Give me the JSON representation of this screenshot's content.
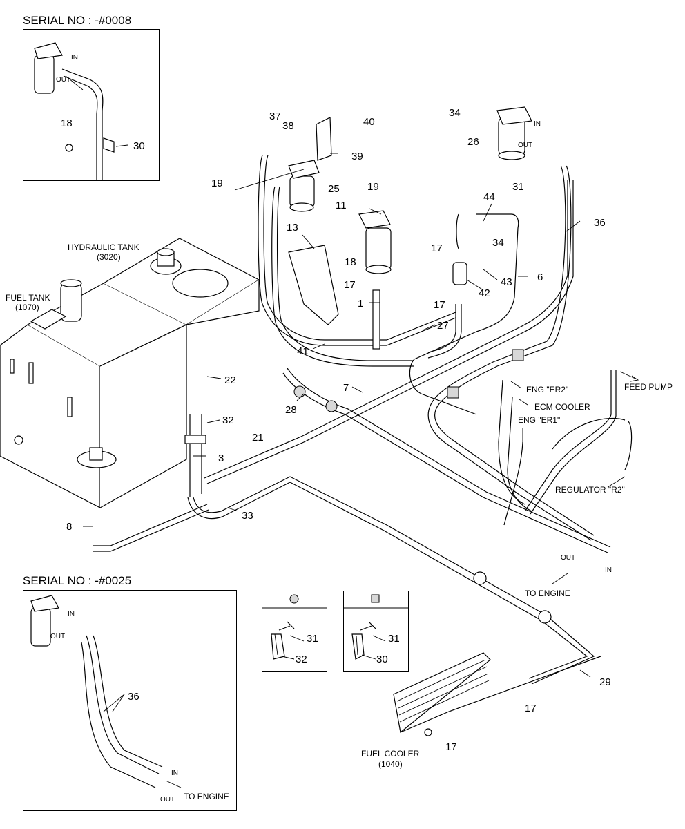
{
  "serial_top": "SERIAL NO : -#0008",
  "serial_bottom": "SERIAL NO : -#0025",
  "labels": {
    "hydraulic_tank": "HYDRAULIC TANK",
    "hydraulic_tank_ref": "(3020)",
    "fuel_tank": "FUEL TANK",
    "fuel_tank_ref": "(1070)",
    "fuel_cooler": "FUEL COOLER",
    "fuel_cooler_ref": "(1040)",
    "eng_er2": "ENG \"ER2\"",
    "ecm_cooler": "ECM COOLER",
    "eng_er1": "ENG \"ER1\"",
    "feed_pump": "FEED PUMP",
    "regulator_r2": "REGULATOR \"R2\"",
    "to_engine": "TO ENGINE",
    "in": "IN",
    "out": "OUT"
  },
  "callouts": {
    "c1": "1",
    "c3": "3",
    "c6": "6",
    "c7": "7",
    "c8": "8",
    "c11": "11",
    "c13": "13",
    "c17a": "17",
    "c17b": "17",
    "c17c": "17",
    "c17d": "17",
    "c17e": "17",
    "c18a": "18",
    "c18b": "18",
    "c19a": "19",
    "c19b": "19",
    "c21": "21",
    "c22": "22",
    "c25": "25",
    "c26": "26",
    "c27": "27",
    "c28": "28",
    "c29": "29",
    "c30a": "30",
    "c30b": "30",
    "c31a": "31",
    "c31b": "31",
    "c31c": "31",
    "c32a": "32",
    "c32b": "32",
    "c33": "33",
    "c34a": "34",
    "c34b": "34",
    "c36a": "36",
    "c36b": "36",
    "c37": "37",
    "c38": "38",
    "c39": "39",
    "c40": "40",
    "c41": "41",
    "c42": "42",
    "c43": "43",
    "c44": "44"
  }
}
